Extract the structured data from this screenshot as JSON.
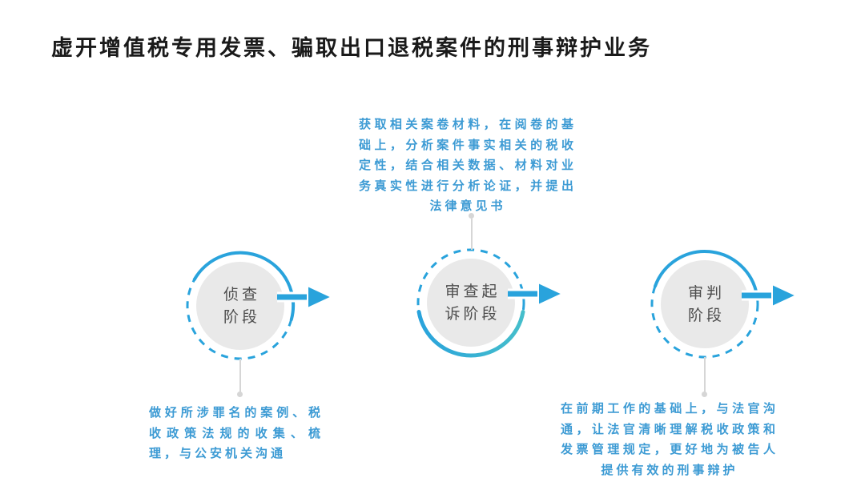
{
  "title": "虚开增值税专用发票、骗取出口退税案件的刑事辩护业务",
  "stages": [
    {
      "name": "investigation",
      "label": "侦查阶段",
      "label_lines": [
        "侦查",
        "阶段"
      ],
      "note": "做好所涉罪名的案例、税收政策法规的收集、梳理，与公安机关沟通",
      "note_position": "below"
    },
    {
      "name": "prosecution-review",
      "label": "审查起诉阶段",
      "label_lines": [
        "审查起",
        "诉阶段"
      ],
      "note": "获取相关案卷材料，在阅卷的基础上，分析案件事实相关的税收定性，结合相关数据、材料对业务真实性进行分析论证，并提出法律意见书",
      "note_position": "above"
    },
    {
      "name": "trial",
      "label": "审判阶段",
      "label_lines": [
        "审判",
        "阶段"
      ],
      "note": "在前期工作的基础上，与法官沟通，让法官清晰理解税收政策和发票管理规定，更好地为被告人提供有效的刑事辩护",
      "note_position": "below"
    }
  ],
  "colors": {
    "title": "#1a1a1a",
    "note_text": "#3d9bd4",
    "ring_blue": "#29a3dc",
    "ring_teal": "#45becb",
    "arrow": "#29a3dc",
    "circle_fill": "#e9e9e9",
    "connector": "#d6d6d6",
    "background": "#ffffff"
  }
}
